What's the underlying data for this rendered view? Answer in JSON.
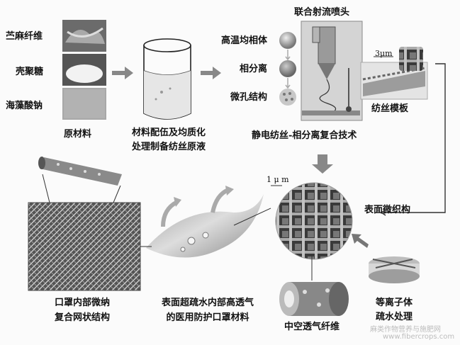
{
  "raw_materials": {
    "items": [
      "苎麻纤维",
      "壳聚糖",
      "海藻酸钠"
    ],
    "caption": "原材料"
  },
  "mixing": {
    "caption_line1": "材料配伍及均质化",
    "caption_line2": "处理制备纺丝原液"
  },
  "phases": {
    "items": [
      "高温均相体",
      "相分离",
      "微孔结构"
    ]
  },
  "spinneret_label": "联合射流喷头",
  "scale_3um": "3μm",
  "template_label": "纺丝模板",
  "technique_label": "静电纺丝-相分离复合技术",
  "scale_1um": "1 μ m",
  "surface_weave_label": "表面微织构",
  "plasma": {
    "line1": "等离子体",
    "line2": "疏水处理"
  },
  "hollow_fiber_label": "中空透气纤维",
  "mask_material": {
    "line1": "表面超疏水内部高透气",
    "line2": "的医用防护口罩材料"
  },
  "composite": {
    "line1": "口罩内部微纳",
    "line2": "复合网状结构"
  },
  "watermark": {
    "line1": "麻类作物营养与施肥网",
    "line2": "www.fibercrops.com"
  }
}
